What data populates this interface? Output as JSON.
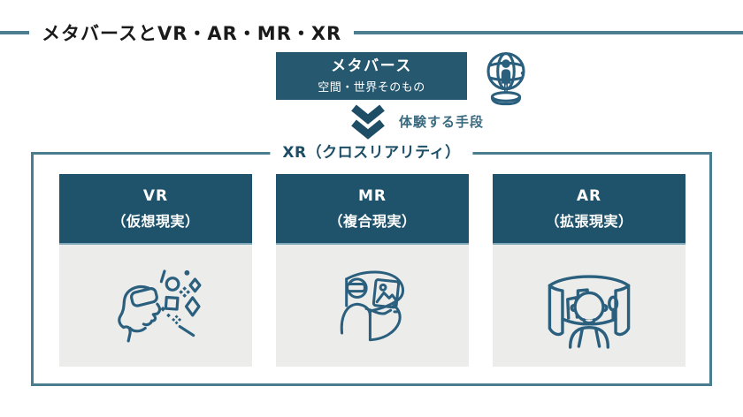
{
  "title": {
    "text": "メタバースとVR・AR・MR・XR"
  },
  "metaverse": {
    "label": "メタバース",
    "description": "空間・世界そのもの",
    "icon": "metaverse-globe-icon"
  },
  "transition": {
    "label": "体験する手段",
    "icon": "double-chevron-down-icon"
  },
  "xr": {
    "label": "XR（クロスリアリティ）",
    "cards": [
      {
        "name": "VR",
        "subtitle": "（仮想現実）",
        "icon": "vr-headset-icon"
      },
      {
        "name": "MR",
        "subtitle": "（複合現実）",
        "icon": "mr-curved-screen-icon"
      },
      {
        "name": "AR",
        "subtitle": "（拡張現実）",
        "icon": "ar-panorama-icon"
      }
    ]
  },
  "colors": {
    "card_header_bg": "#1f536b",
    "metaverse_bg": "#26586f",
    "border_teal": "#4a7d8e",
    "rule_teal": "#4d7f91",
    "icon_stroke": "#2b5f7e",
    "card_body_bg": "#ececeb",
    "title_text": "#1a1a1a",
    "xr_label_text": "#1d4e66",
    "transition_label_text": "#3a6a80"
  }
}
